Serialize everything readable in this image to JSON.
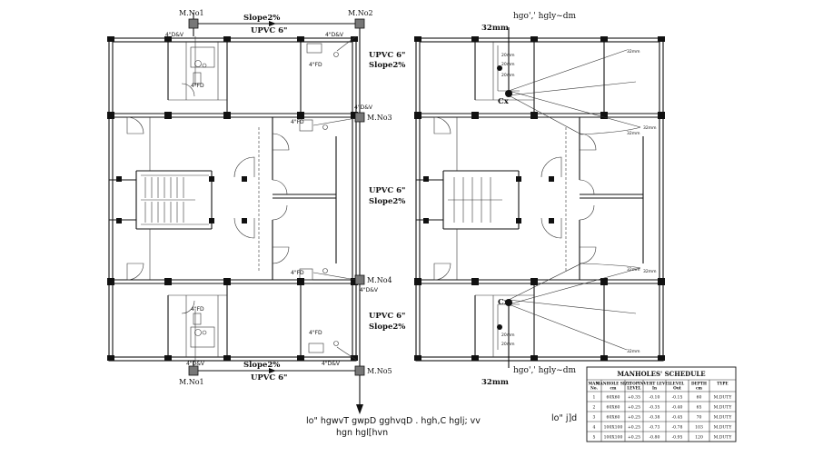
{
  "manholes": {
    "no1_top": "M.No1",
    "no1_bottom": "M.No1",
    "no2": "M.No2",
    "no3": "M.No3",
    "no4": "M.No4",
    "no5": "M.No5"
  },
  "pipe_labels": {
    "top_slope": "Slope2%",
    "top_upvc": "UPVC  6\"",
    "right_upvc_1": "UPVC  6\"",
    "right_slope_1": "Slope2%",
    "right_upvc_2": "UPVC  6\"",
    "right_slope_2": "Slope2%",
    "right_upvc_3": "UPVC  6\"",
    "right_slope_3": "Slope2%",
    "bottom_slope": "Slope2%",
    "bottom_upvc": "UPVC  6\""
  },
  "dv_labels": {
    "dv_top_left": "4\"D&V",
    "dv_top_right": "4\"D&V",
    "dv_no3": "4\"D&V",
    "dv_no4": "4\"D&V",
    "dv_bottom_left": "4\"D&V",
    "dv_bottom_right": "4\"D&V"
  },
  "fd_labels": {
    "fd_1": "4\"FD",
    "fd_2": "4\"FD",
    "fd_3": "4\"FD",
    "fd_4": "4\"FD",
    "fd_5": "4\"FD",
    "fd_6": "4\"FD"
  },
  "right_plan": {
    "top_heading": "hgo',' hgly~dm",
    "top_size": "32mm",
    "bottom_heading": "hgo',' hgly~dm",
    "bottom_size": "32mm",
    "cx_top": "Cx",
    "cx_bottom": "Cx"
  },
  "captions": {
    "left_line1": "lo\" hgwvT  gwpD  gghvqD  .  hgh,C  hglj; vv",
    "left_line2": "hgn  hgl[hvn",
    "right_line1": "lo\"  j]d"
  },
  "schedule": {
    "title": "MANHOLES' SCHEDULE",
    "headers": [
      "MAN. No.",
      "MANHOLE SIZE cm",
      "TOP LEVEL",
      "INVERT LEVEL In",
      "LEVEL Out",
      "DEPTH cm",
      "TYPE"
    ],
    "rows": [
      [
        "1",
        "60X60",
        "+0.35",
        "-0.10",
        "-0.15",
        "60",
        "M.DUTY"
      ],
      [
        "2",
        "60X60",
        "+0.25",
        "-0.35",
        "-0.40",
        "65",
        "M.DUTY"
      ],
      [
        "3",
        "60X60",
        "+0.25",
        "-0.38",
        "-0.45",
        "70",
        "M.DUTY"
      ],
      [
        "4",
        "100X100",
        "+0.25",
        "-0.73",
        "-0.78",
        "103",
        "M.DUTY"
      ],
      [
        "5",
        "100X100",
        "+0.25",
        "-0.80",
        "-0.95",
        "120",
        "M.DUTY"
      ]
    ]
  }
}
